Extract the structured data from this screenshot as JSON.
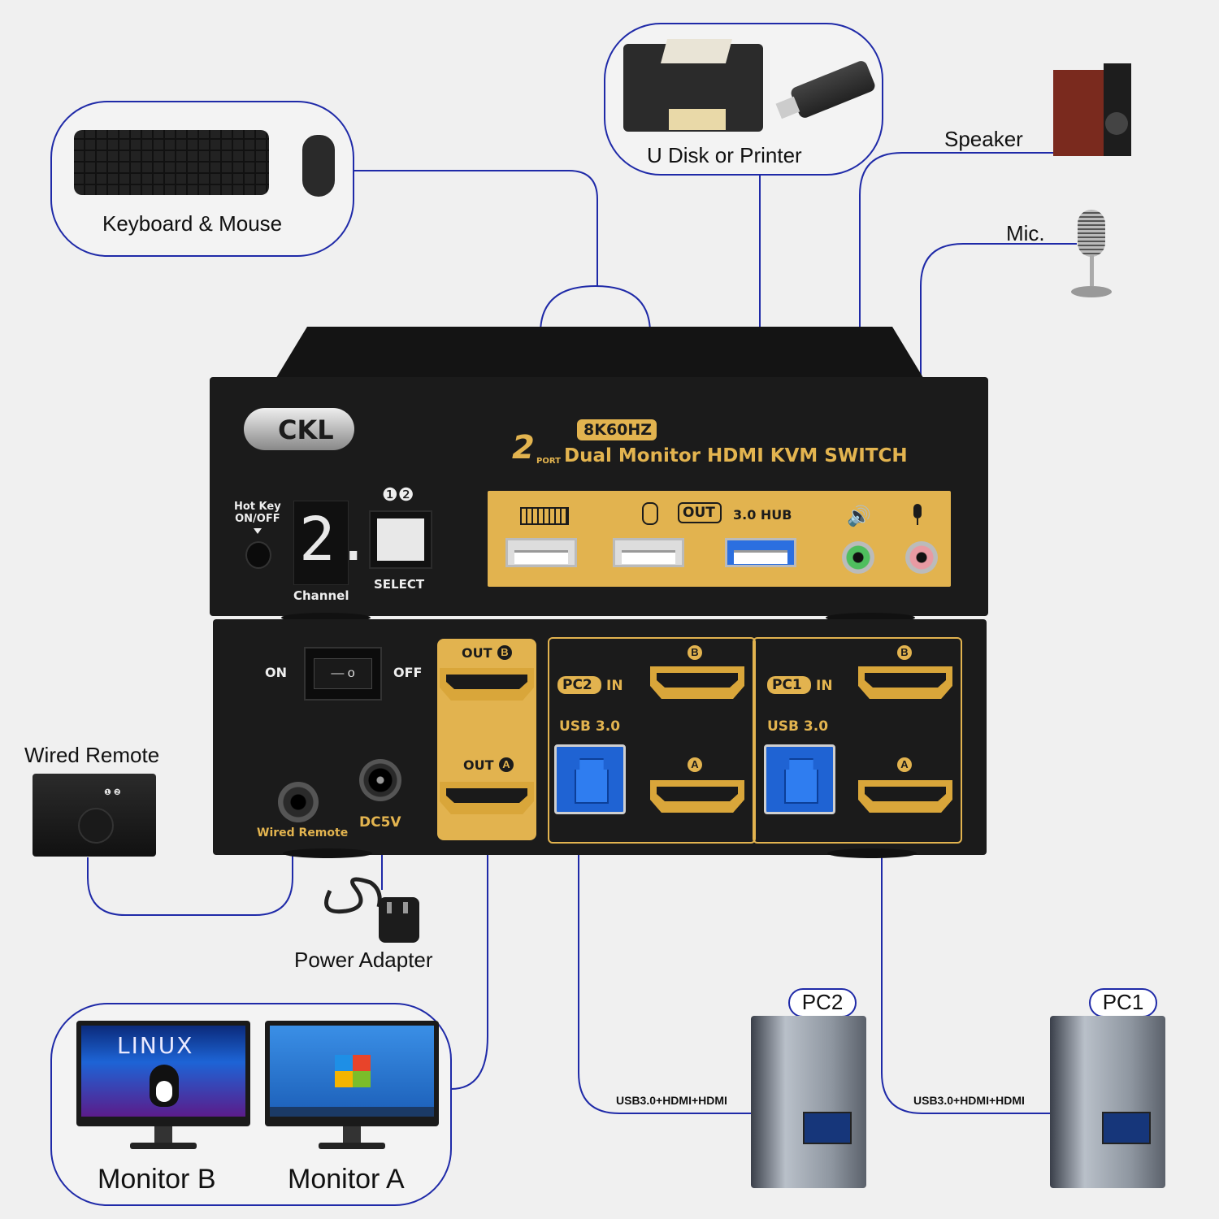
{
  "peripherals": {
    "keyboard_mouse": "Keyboard & Mouse",
    "udisk_printer": "U Disk or Printer",
    "speaker": "Speaker",
    "mic": "Mic.",
    "wired_remote": "Wired Remote",
    "power_adapter": "Power Adapter",
    "monitor_b": "Monitor B",
    "monitor_a": "Monitor A",
    "pc2": "PC2",
    "pc1": "PC1",
    "cable_pc2": "USB3.0+HDMI+HDMI",
    "cable_pc1": "USB3.0+HDMI+HDMI",
    "linux_screen": "LINUX"
  },
  "front_panel": {
    "brand": "CKL",
    "badge": "8K60HZ",
    "port_count": "2",
    "port_word": "PORT",
    "title": "Dual Monitor HDMI KVM SWITCH",
    "hotkey": "Hot Key\nON/OFF",
    "channel_digit": "2.",
    "channel_label": "Channel",
    "select_numbers": "❶❷",
    "select_label": "SELECT",
    "out_label": "OUT",
    "hub_label": "3.0 HUB"
  },
  "back_panel": {
    "on": "ON",
    "off": "OFF",
    "wired_remote": "Wired Remote",
    "dc5v": "DC5V",
    "out_b": "OUT",
    "out_a": "OUT",
    "pc2_in": "PC2",
    "pc1_in": "PC1",
    "in": "IN",
    "usb30_2": "USB 3.0",
    "usb30_1": "USB 3.0",
    "port_b": "B",
    "port_a": "A"
  },
  "colors": {
    "line": "#1f2aa8",
    "gold": "#e2b34f",
    "body": "#1b1b1b",
    "background": "#f0f0f0"
  }
}
